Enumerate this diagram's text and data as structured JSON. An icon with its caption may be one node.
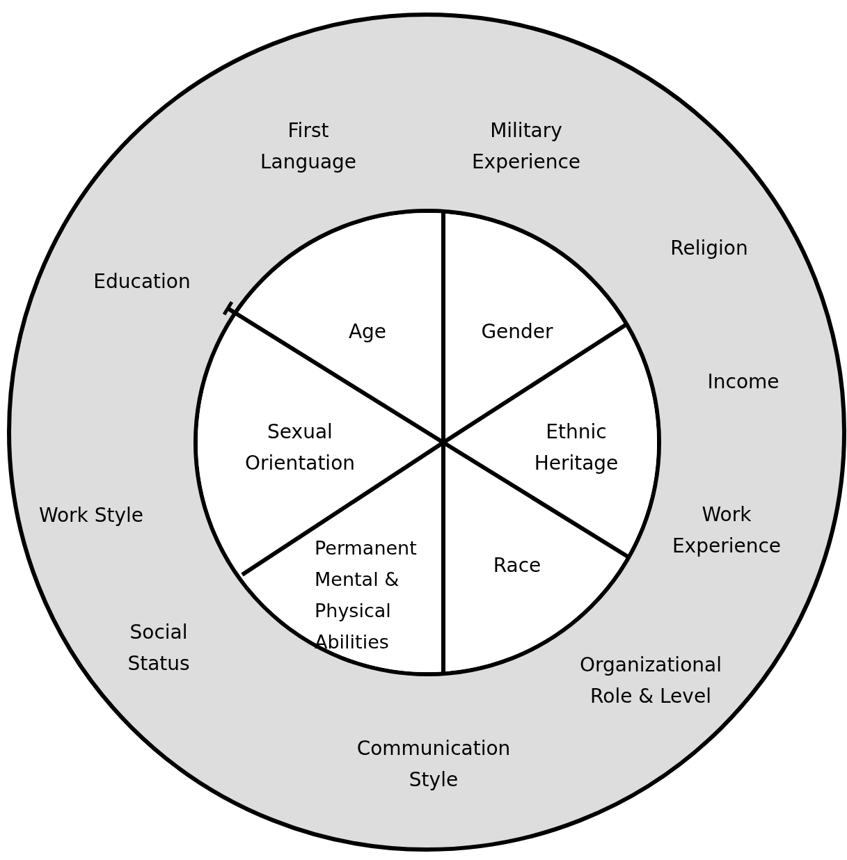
{
  "diagram": {
    "nodes": [
      {
        "text": [
          "First Language",
          "Military Experience",
          "Religion",
          "Education",
          "Income",
          "Work Style",
          "Work Experience",
          "Social Status",
          "Organizational Role & Level",
          "Communication Style"
        ]
      },
      {
        "text": [],
        "shape": "circle",
        "in": 0
      },
      {
        "text": [
          "Age"
        ],
        "in": 1
      },
      {
        "text": [
          "Gender"
        ],
        "in": 1
      },
      {
        "text": [
          "Sexual Orientation"
        ],
        "in": 1
      },
      {
        "text": [
          "Ethnic Heritage"
        ],
        "in": 1
      },
      {
        "text": [
          "Permanent Mental & Physical Abilities"
        ],
        "in": 1
      },
      {
        "text": [
          "Race"
        ],
        "in": 1
      }
    ],
    "edges": []
  }
}
